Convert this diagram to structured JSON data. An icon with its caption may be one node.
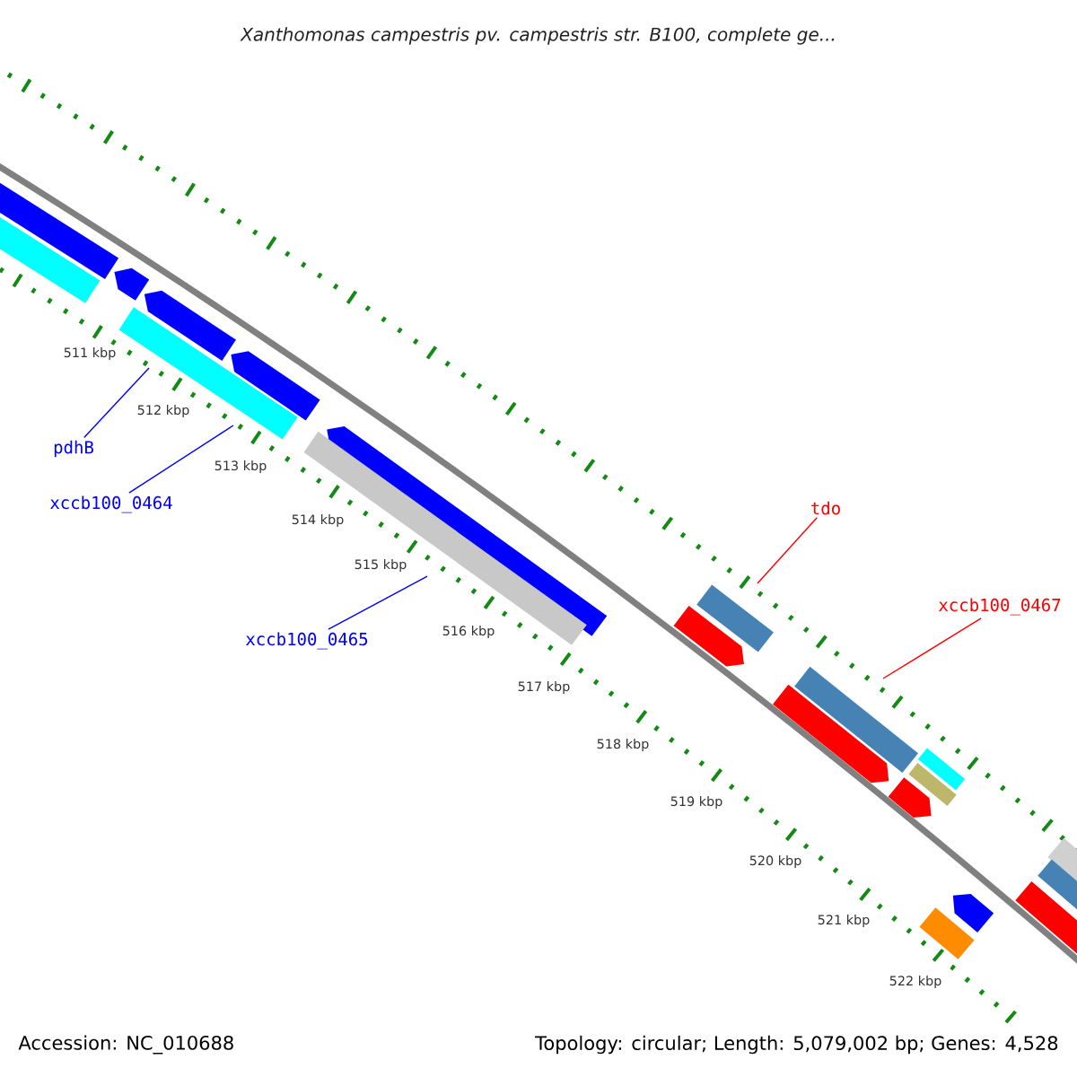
{
  "diagram": {
    "title": "Xanthomonas campestris pv. campestris str. B100, complete ge...",
    "nodes": [
      {
        "text": [
          "pdhB"
        ]
      },
      {
        "text": [
          "xccb100_0464"
        ]
      },
      {
        "text": [
          "xccb100_0465"
        ]
      },
      {
        "text": [
          "tdo"
        ]
      },
      {
        "text": [
          "xccb100_0467"
        ]
      }
    ],
    "edges": [
      {
        "from": 0,
        "to": null,
        "arrow": "none"
      },
      {
        "from": 1,
        "to": null,
        "arrow": "none"
      },
      {
        "from": 2,
        "to": null,
        "arrow": "none"
      },
      {
        "from": 3,
        "to": null,
        "arrow": "none",
        "color": "#ff0000"
      },
      {
        "from": 4,
        "to": null,
        "arrow": "none",
        "color": "#ff0000"
      }
    ],
    "labels": [
      "511 kbp",
      "512 kbp",
      "513 kbp",
      "514 kbp",
      "515 kbp",
      "516 kbp",
      "517 kbp",
      "518 kbp",
      "519 kbp",
      "520 kbp",
      "521 kbp",
      "522 kbp",
      "Accession: NC_010688",
      "Topology: circular; Length: 5,079,002 bp; Genes: 4,528"
    ]
  }
}
